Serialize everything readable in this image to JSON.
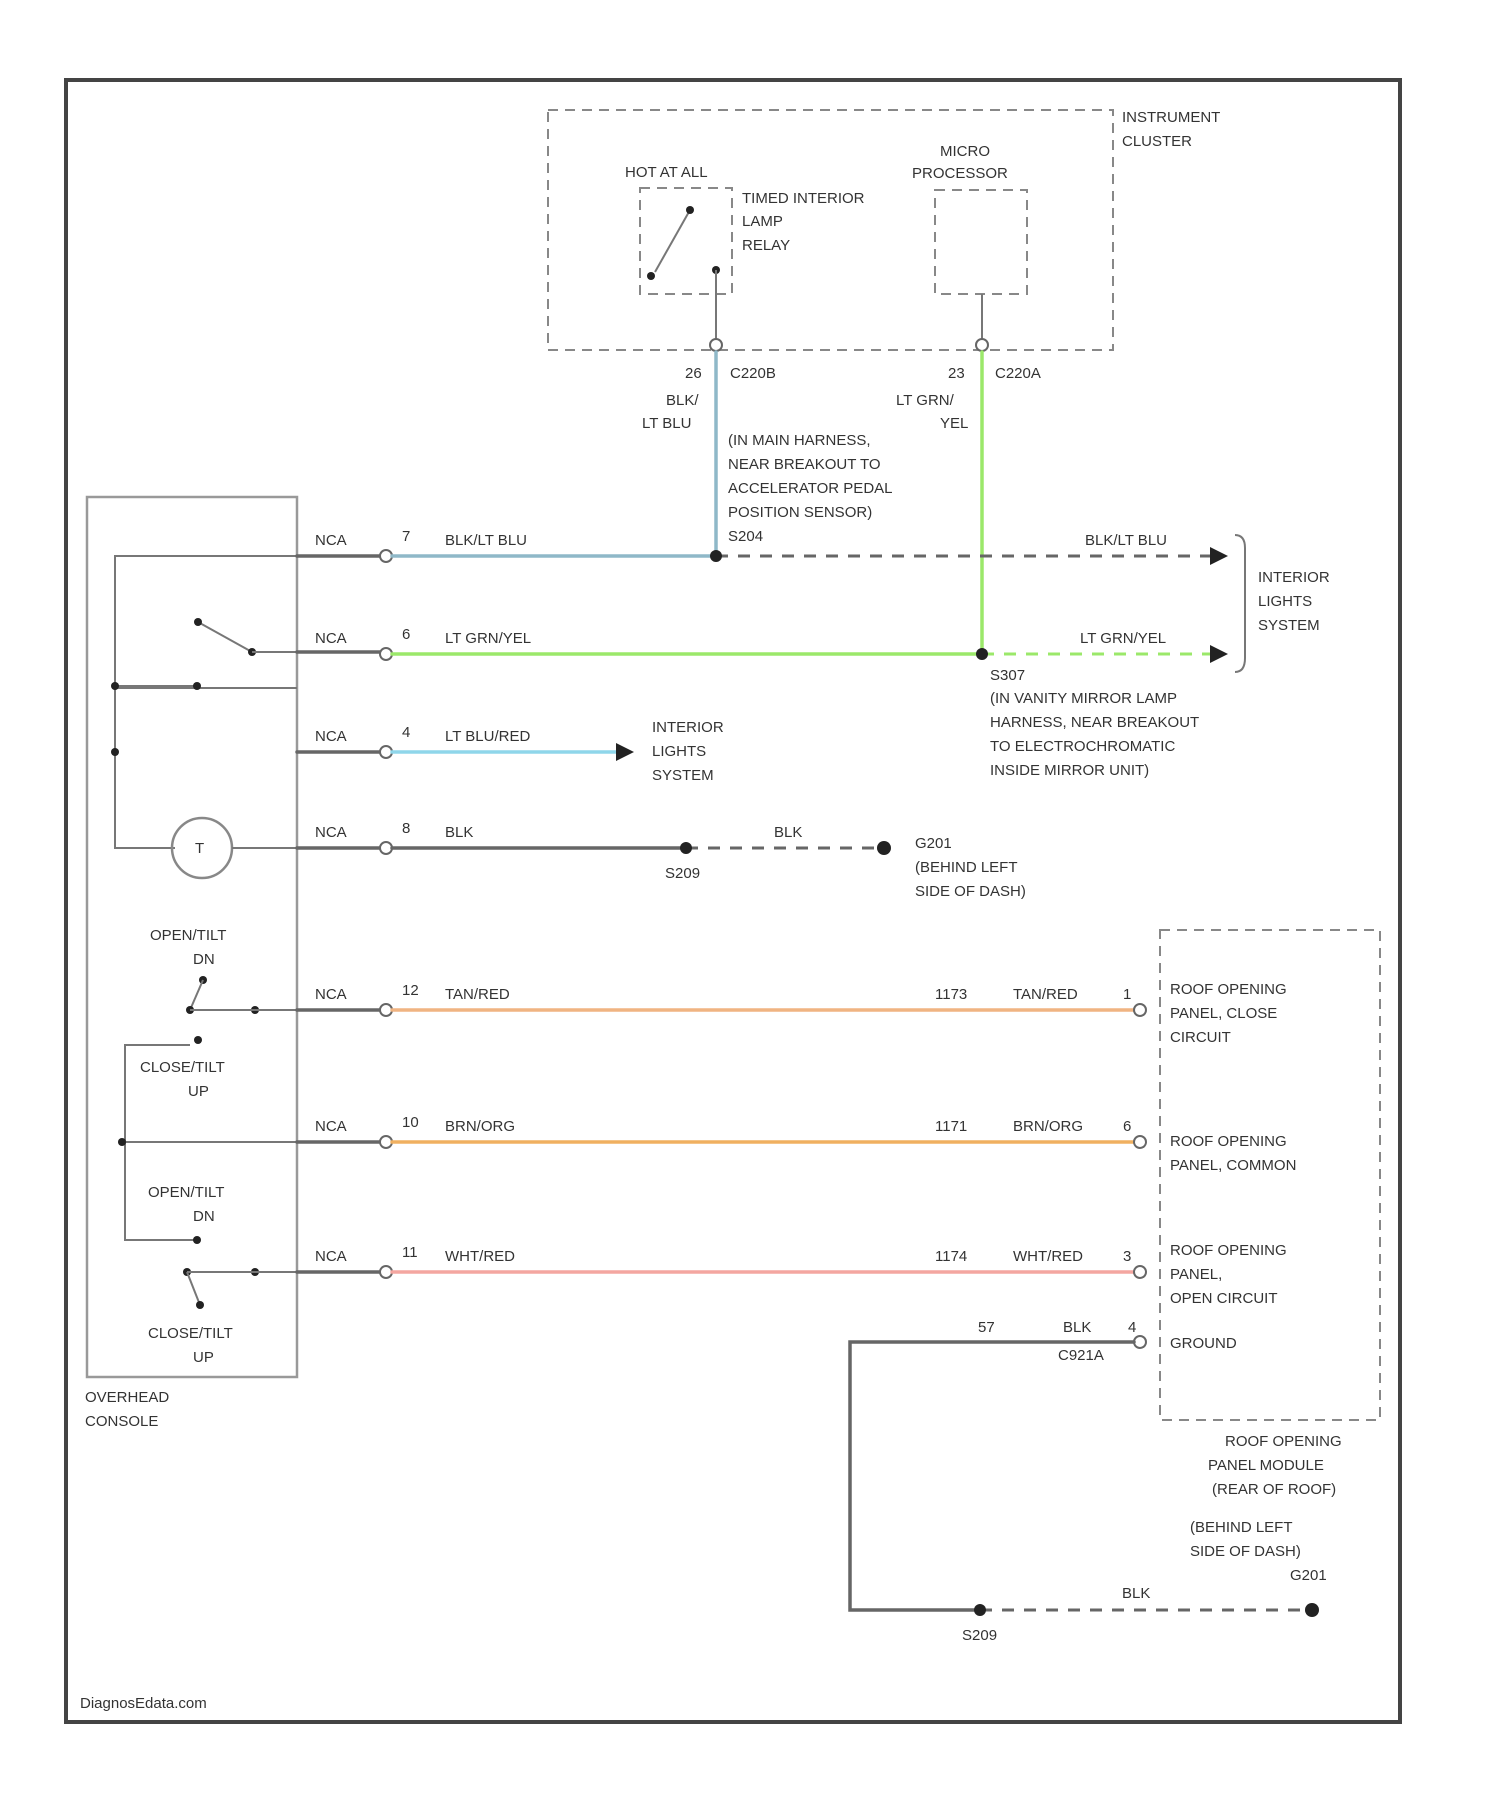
{
  "title": "",
  "colors": {
    "blk_lt_blu": "#8fb8c8",
    "lt_grn_yel": "#9be86a",
    "lt_blu_red": "#8fd6ea",
    "blk": "#666666",
    "tan_red": "#f0b482",
    "brn_org": "#f0b060",
    "wht_red": "#f4a6a0"
  },
  "instrument_cluster": {
    "label": [
      "INSTRUMENT",
      "CLUSTER"
    ],
    "hot_label": "HOT AT ALL",
    "relay_label": [
      "TIMED INTERIOR",
      "LAMP",
      "RELAY"
    ],
    "micro_label": [
      "MICRO",
      "PROCESSOR"
    ],
    "pin_left": "26",
    "conn_left": "C220B",
    "pin_right": "23",
    "conn_right": "C220A",
    "wire_left": [
      "BLK/",
      "LT BLU"
    ],
    "wire_right": [
      "LT GRN/",
      "YEL"
    ]
  },
  "splice_note": [
    "(IN MAIN HARNESS,",
    "NEAR BREAKOUT TO",
    "ACCELERATOR PEDAL",
    "POSITION SENSOR)",
    "S204"
  ],
  "interior_lights_right": [
    "INTERIOR",
    "LIGHTS",
    "SYSTEM"
  ],
  "interior_lights_mid": [
    "INTERIOR",
    "LIGHTS",
    "SYSTEM"
  ],
  "s307_note": [
    "S307",
    "(IN VANITY MIRROR LAMP",
    "HARNESS, NEAR BREAKOUT",
    "TO ELECTROCHROMATIC",
    "INSIDE MIRROR UNIT)"
  ],
  "ground_g201_top": [
    "G201",
    "(BEHIND LEFT",
    "SIDE OF DASH)"
  ],
  "splice_s209": "S209",
  "console_label": [
    "OVERHEAD",
    "CONSOLE"
  ],
  "switch_labels": {
    "open_tilt_dn_1": [
      "OPEN/TILT",
      "DN"
    ],
    "close_tilt_up_1": [
      "CLOSE/TILT",
      "UP"
    ],
    "open_tilt_dn_2": [
      "OPEN/TILT",
      "DN"
    ],
    "close_tilt_up_2": [
      "CLOSE/TILT",
      "UP"
    ]
  },
  "console_wires": [
    {
      "nca": "NCA",
      "pin": "7",
      "color": "BLK/LT BLU",
      "right_color": "BLK/LT BLU"
    },
    {
      "nca": "NCA",
      "pin": "6",
      "color": "LT GRN/YEL",
      "right_color": "LT GRN/YEL"
    },
    {
      "nca": "NCA",
      "pin": "4",
      "color": "LT BLU/RED"
    },
    {
      "nca": "NCA",
      "pin": "8",
      "color": "BLK",
      "right_color": "BLK"
    },
    {
      "nca": "NCA",
      "pin": "12",
      "color": "TAN/RED",
      "circuit": "1173",
      "right_color": "TAN/RED",
      "right_pin": "1"
    },
    {
      "nca": "NCA",
      "pin": "10",
      "color": "BRN/ORG",
      "circuit": "1171",
      "right_color": "BRN/ORG",
      "right_pin": "6"
    },
    {
      "nca": "NCA",
      "pin": "11",
      "color": "WHT/RED",
      "circuit": "1174",
      "right_color": "WHT/RED",
      "right_pin": "3"
    }
  ],
  "roof_module": {
    "close_circuit": [
      "ROOF OPENING",
      "PANEL, CLOSE",
      "CIRCUIT"
    ],
    "common": [
      "ROOF OPENING",
      "PANEL, COMMON"
    ],
    "open_circuit": [
      "ROOF OPENING",
      "PANEL,",
      "OPEN CIRCUIT"
    ],
    "ground": "GROUND",
    "ground_circuit": "57",
    "ground_color": "BLK",
    "ground_pin": "4",
    "connector": "C921A",
    "module_label": [
      "ROOF OPENING",
      "PANEL MODULE",
      "(REAR OF ROOF)"
    ]
  },
  "ground_g201_bottom": [
    "(BEHIND LEFT",
    "SIDE OF DASH)",
    "G201"
  ],
  "splice_s209_bottom": "S209",
  "bottom_blk": "BLK",
  "watermark": "DiagnosEdata.com"
}
